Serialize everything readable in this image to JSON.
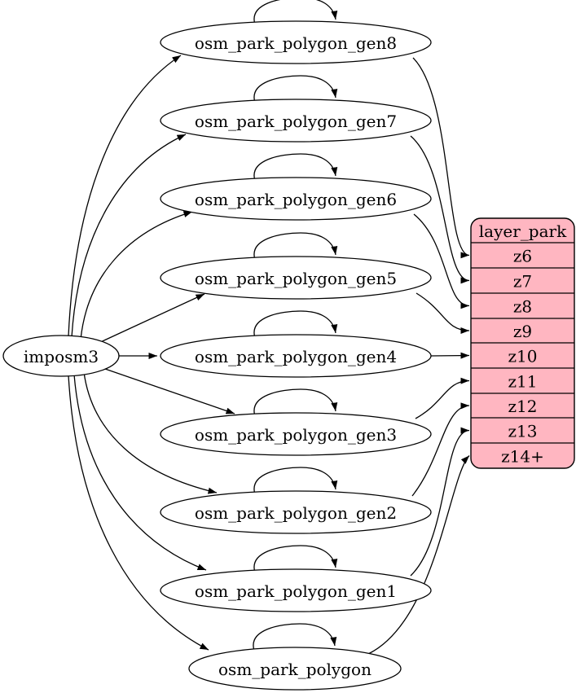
{
  "diagram": {
    "background": "#ffffff",
    "stroke_color": "#000000",
    "text_color": "#000000",
    "node_fill": "#ffffff",
    "source_node": {
      "id": "imposm3",
      "label": "imposm3"
    },
    "table_nodes": [
      {
        "id": "osm_park_polygon_gen8",
        "label": "osm_park_polygon_gen8",
        "self_loop": true,
        "zoom_row": "z6"
      },
      {
        "id": "osm_park_polygon_gen7",
        "label": "osm_park_polygon_gen7",
        "self_loop": true,
        "zoom_row": "z7"
      },
      {
        "id": "osm_park_polygon_gen6",
        "label": "osm_park_polygon_gen6",
        "self_loop": true,
        "zoom_row": "z8"
      },
      {
        "id": "osm_park_polygon_gen5",
        "label": "osm_park_polygon_gen5",
        "self_loop": true,
        "zoom_row": "z9"
      },
      {
        "id": "osm_park_polygon_gen4",
        "label": "osm_park_polygon_gen4",
        "self_loop": true,
        "zoom_row": "z10"
      },
      {
        "id": "osm_park_polygon_gen3",
        "label": "osm_park_polygon_gen3",
        "self_loop": true,
        "zoom_row": "z11"
      },
      {
        "id": "osm_park_polygon_gen2",
        "label": "osm_park_polygon_gen2",
        "self_loop": true,
        "zoom_row": "z12"
      },
      {
        "id": "osm_park_polygon_gen1",
        "label": "osm_park_polygon_gen1",
        "self_loop": true,
        "zoom_row": "z13"
      },
      {
        "id": "osm_park_polygon",
        "label": "osm_park_polygon",
        "self_loop": true,
        "zoom_row": "z14+"
      }
    ],
    "layer_table": {
      "id": "layer_park",
      "header": "layer_park",
      "rows": [
        "z6",
        "z7",
        "z8",
        "z9",
        "z10",
        "z11",
        "z12",
        "z13",
        "z14+"
      ],
      "fill": "#ffb6c1"
    }
  }
}
